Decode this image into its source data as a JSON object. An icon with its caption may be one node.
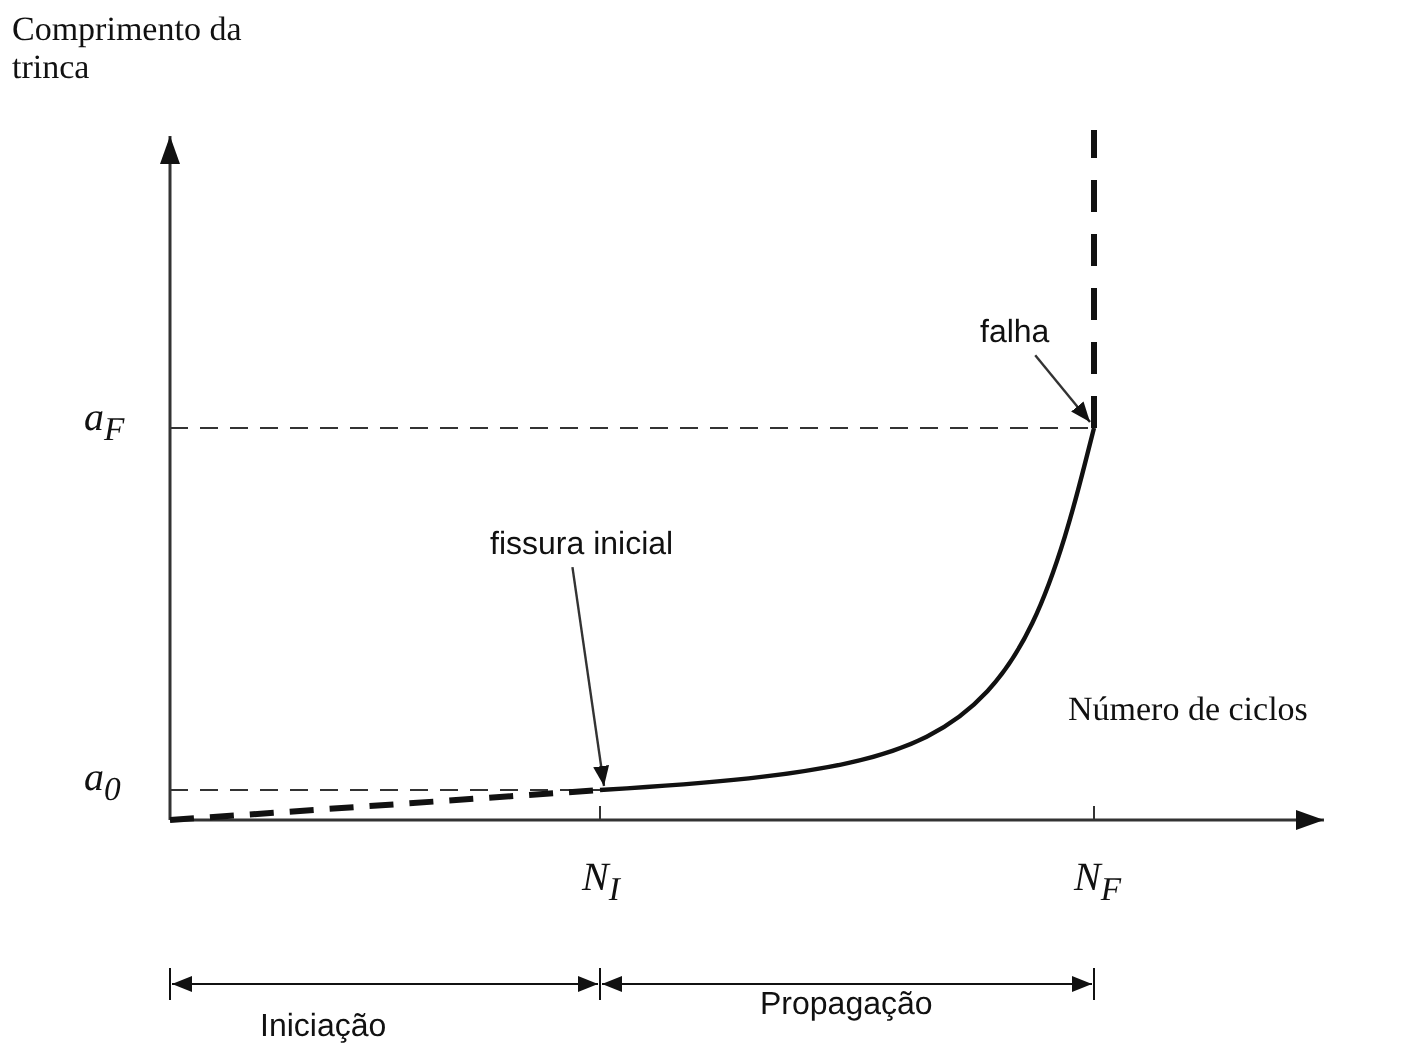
{
  "diagram": {
    "nodes": [
      {
        "text": [
          "falha"
        ]
      },
      {
        "text": [
          "fissura inicial"
        ]
      }
    ],
    "edges": [
      {
        "from": 0,
        "to": null,
        "arrow": "to"
      },
      {
        "from": 1,
        "to": null,
        "arrow": "to"
      }
    ],
    "labels": [
      "Comprimento da trinca",
      "Número de ciclos",
      "a$_{F}$",
      "a$_{0}$",
      "N$_{I}$",
      "N$_{F}$",
      "Iniciação",
      "Propagação"
    ]
  }
}
